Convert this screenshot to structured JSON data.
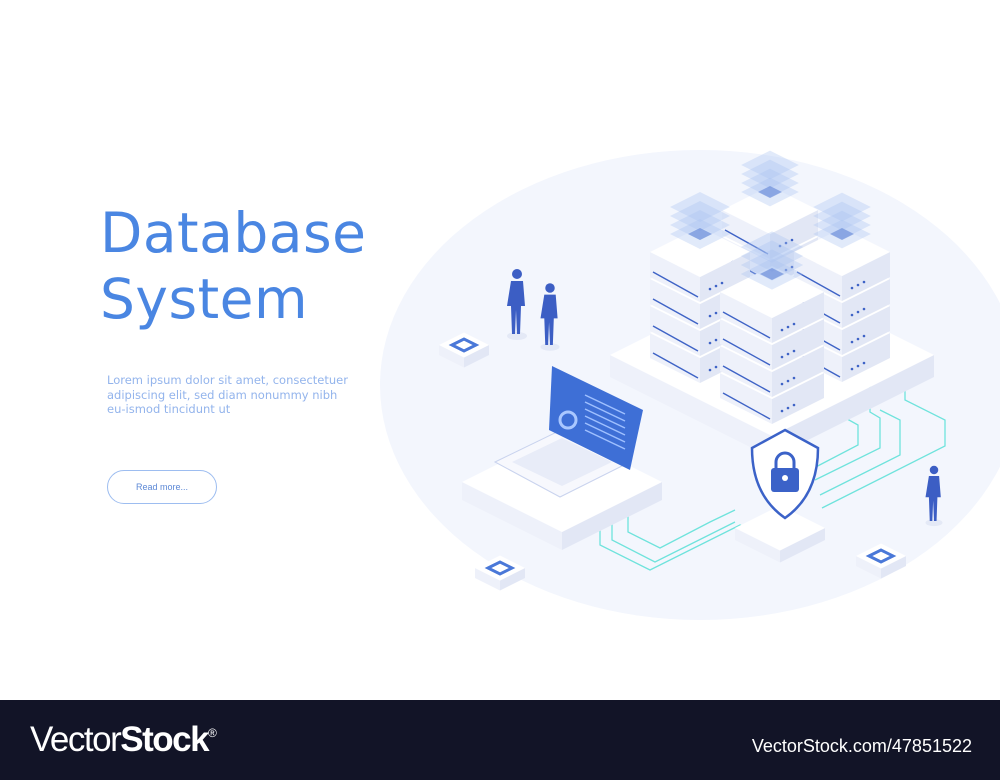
{
  "hero": {
    "title_line1": "Database",
    "title_line2": "System",
    "description": "Lorem ipsum dolor sit amet, consectetuer adipiscing elit, sed diam nonummy nibh eu-ismod tincidunt ut",
    "button_label": "Read more..."
  },
  "footer": {
    "logo_light": "Vector",
    "logo_bold": "Stock",
    "logo_mark": "®",
    "stock_id": "VectorStock.com/47851522"
  },
  "colors": {
    "accent": "#4a86e2",
    "footer_bg": "#121427",
    "circuit": "#5fe0d8"
  }
}
